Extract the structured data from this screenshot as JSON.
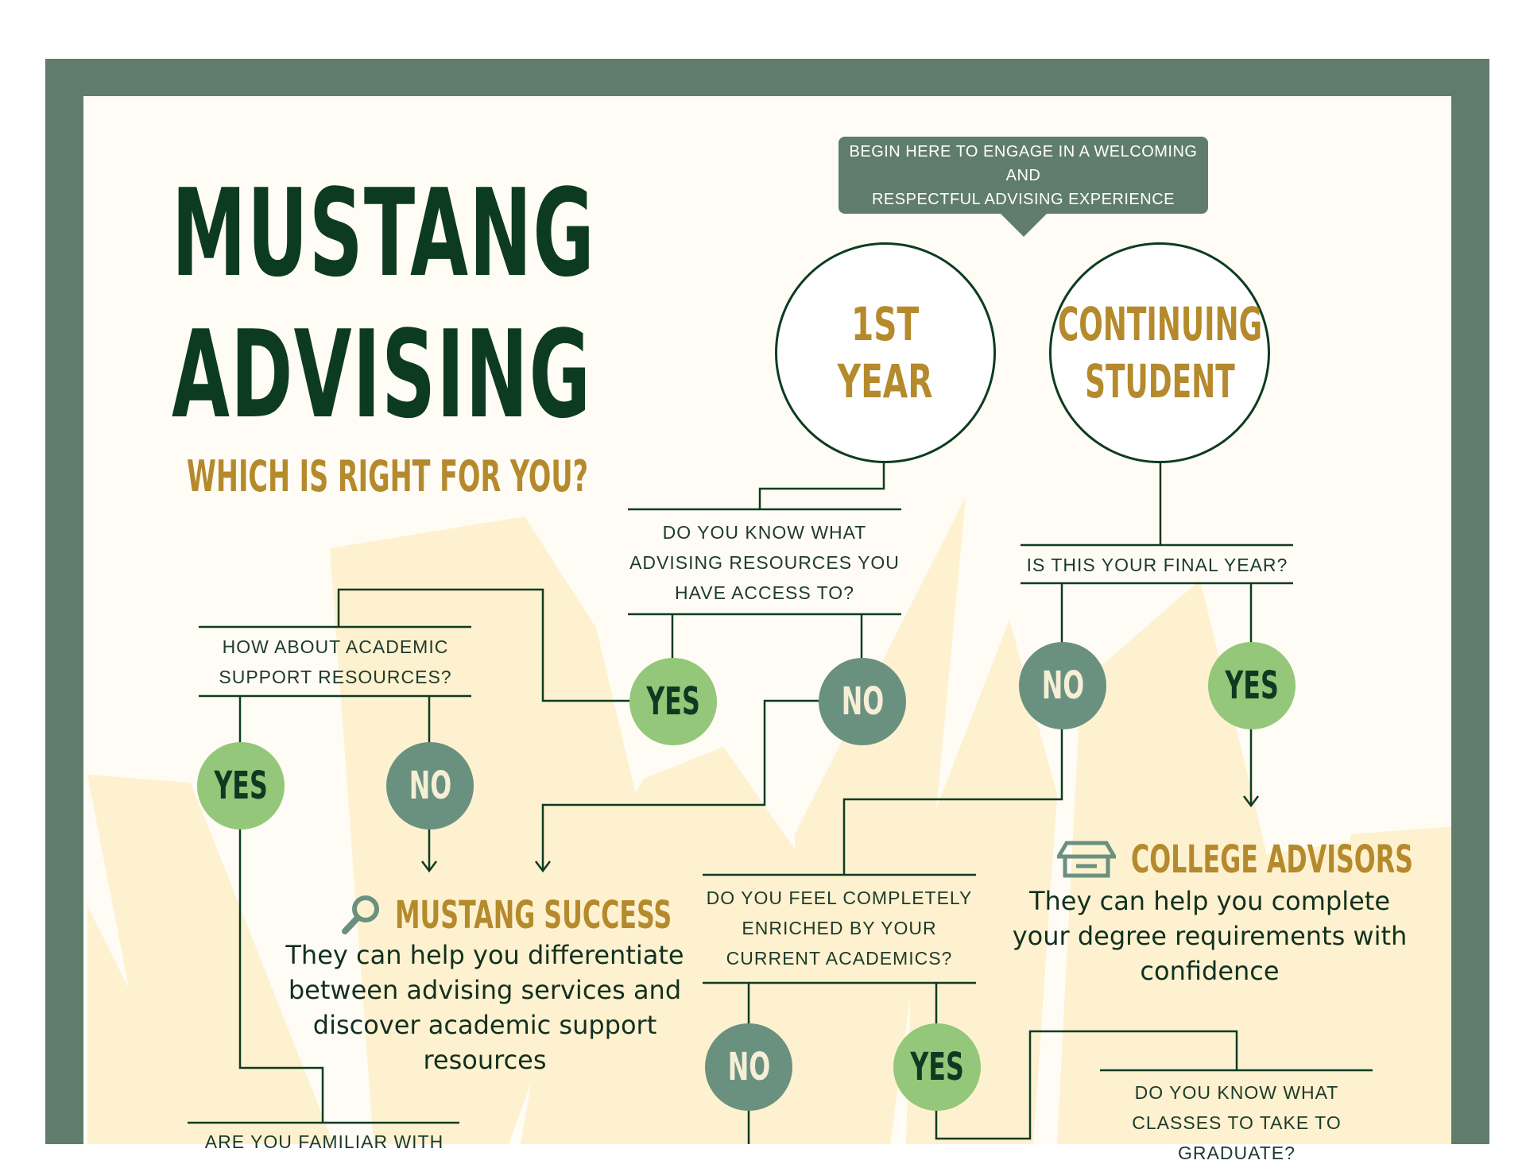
{
  "colors": {
    "frame": "#607d6b",
    "paper": "#fefcf5",
    "dark_green": "#0d3b22",
    "gold": "#b58a2c",
    "yes_green": "#94c779",
    "no_teal": "#6a917f",
    "background_shapes": "#fdf1cf"
  },
  "title": {
    "line1": "MUSTANG",
    "line2": "ADVISING",
    "subtitle": "WHICH IS RIGHT FOR YOU?"
  },
  "callout": {
    "line1": "BEGIN HERE TO ENGAGE IN A WELCOMING AND",
    "line2": "RESPECTFUL ADVISING EXPERIENCE"
  },
  "start_nodes": {
    "first_year": {
      "line1": "1ST",
      "line2": "YEAR"
    },
    "continuing": {
      "line1": "CONTINUING",
      "line2": "STUDENT"
    }
  },
  "questions": {
    "advising_resources": {
      "line1": "DO YOU KNOW WHAT",
      "line2": "ADVISING RESOURCES YOU",
      "line3": "HAVE ACCESS TO?"
    },
    "final_year": {
      "line1": "IS THIS YOUR FINAL YEAR?"
    },
    "academic_support": {
      "line1": "HOW ABOUT ACADEMIC",
      "line2": "SUPPORT RESOURCES?"
    },
    "enriched": {
      "line1": "DO YOU FEEL COMPLETELY",
      "line2": "ENRICHED BY YOUR",
      "line3": "CURRENT ACADEMICS?"
    },
    "classes": {
      "line1": "DO YOU KNOW WHAT",
      "line2": "CLASSES TO TAKE TO",
      "line3": "GRADUATE?"
    },
    "familiar": {
      "line1": "ARE YOU FAMILIAR WITH"
    }
  },
  "answers": {
    "yes": "YES",
    "no": "NO"
  },
  "outcomes": {
    "mustang_success": {
      "icon": "magnifier-icon",
      "title": "MUSTANG SUCCESS",
      "line1": "They can help you differentiate",
      "line2": "between advising services and",
      "line3": "discover academic support",
      "line4": "resources"
    },
    "college_advisors": {
      "icon": "building-icon",
      "title": "COLLEGE ADVISORS",
      "line1": "They can help you complete",
      "line2": "your degree requirements with",
      "line3": "confidence"
    }
  }
}
